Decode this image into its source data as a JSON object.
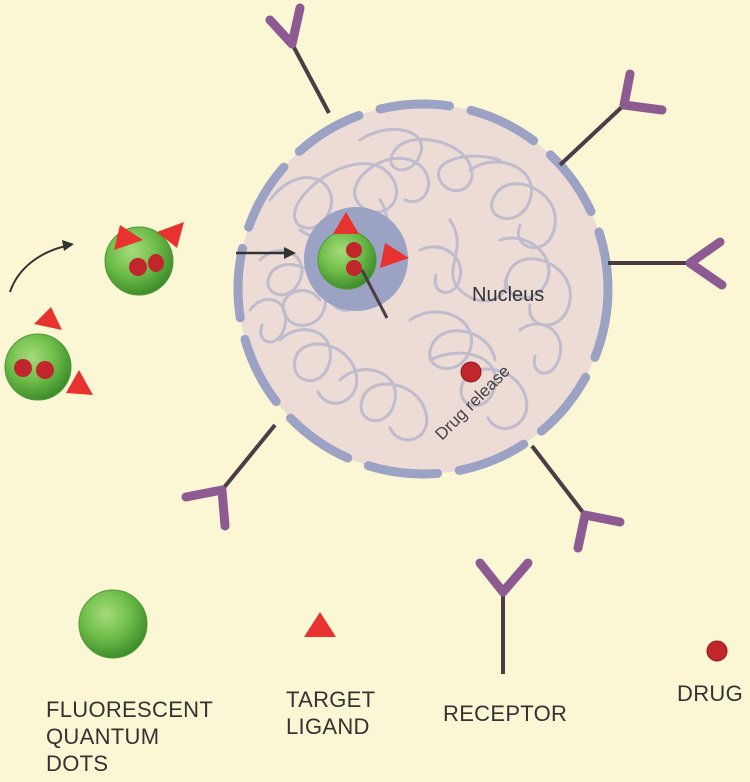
{
  "labels": {
    "nucleus": "Nucleus",
    "drug_release": "Drug release"
  },
  "legend": {
    "quantum_dots": [
      "FLUORESCENT",
      "QUANTUM",
      "DOTS"
    ],
    "ligand": [
      "TARGET",
      "LIGAND"
    ],
    "receptor": [
      "RECEPTOR"
    ],
    "drug": [
      "DRUG"
    ]
  },
  "colors": {
    "background": "#fbf6d3",
    "cell": "#ecdcd5",
    "membrane": "#9ba2c3",
    "chromatin": "#bfbccd",
    "quantum_dot": "#6ebd4a",
    "ligand": "#e8322f",
    "drug": "#c0262b",
    "receptor": "#8e5a92",
    "receptor_stem": "#4b3c46"
  }
}
